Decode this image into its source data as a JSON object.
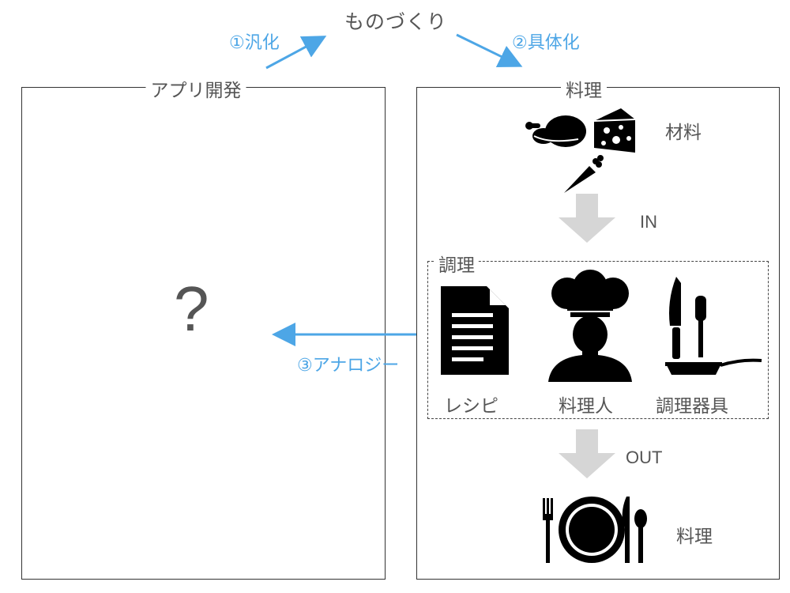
{
  "top": {
    "title": "ものづくり"
  },
  "steps": {
    "generalize": "①汎化",
    "concretize": "②具体化",
    "analogy": "③アナロジー"
  },
  "left_panel": {
    "title": "アプリ開発",
    "question": "?"
  },
  "right_panel": {
    "title": "料理",
    "ingredients_label": "材料",
    "in_label": "IN",
    "process_label": "調理",
    "recipe_label": "レシピ",
    "cook_label": "料理人",
    "tools_label": "調理器具",
    "out_label": "OUT",
    "dish_label": "料理"
  },
  "colors": {
    "accent": "#4da6e6",
    "arrow_gray": "#d6d6d6",
    "text": "#555555",
    "icon": "#000000"
  }
}
